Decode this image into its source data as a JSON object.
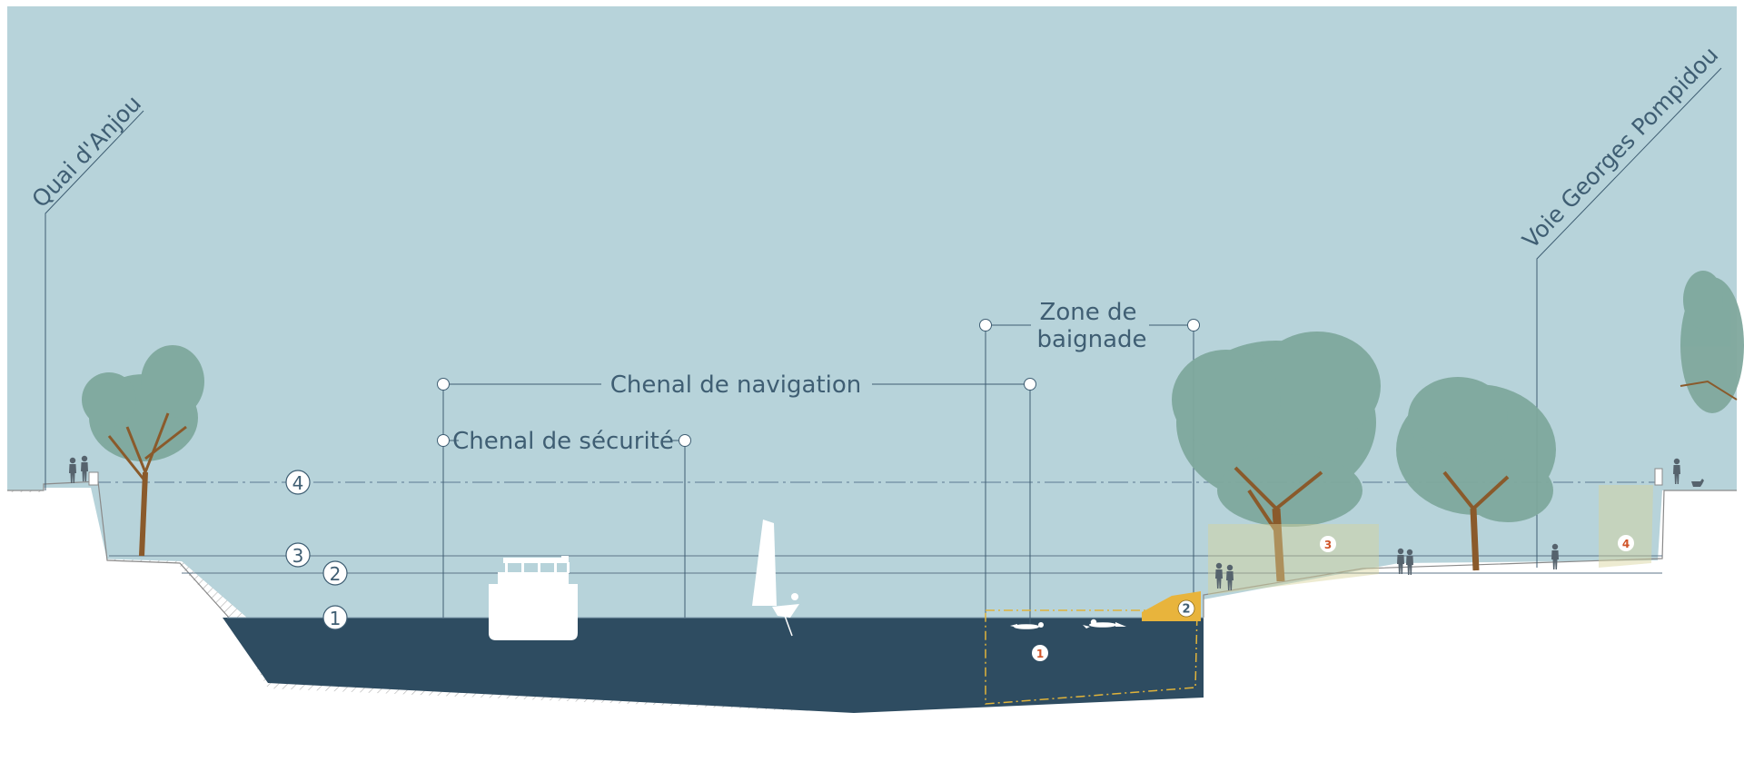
{
  "streets": {
    "left": "Quai d'Anjou",
    "right": "Voie Georges Pompidou"
  },
  "channels": {
    "navigation": "Chenal de navigation",
    "security": "Chenal de sécurité",
    "bathing_line1": "Zone de",
    "bathing_line2": "baignade"
  },
  "levels": [
    "1",
    "2",
    "3",
    "4"
  ],
  "markers": {
    "swim_zone": "1",
    "pontoon": "2",
    "green_zone": "3",
    "right_zone": "4"
  },
  "colors": {
    "sky": "#b7d3da",
    "water": "#2e4c61",
    "ground": "#ffffff",
    "hatch": "#b9b9b9",
    "label": "#3f5e73",
    "tree_foliage": "#7fa89d",
    "tree_trunk": "#8a5a2b",
    "pontoon": "#e8b43c",
    "zone_fill": "#d6d29a"
  }
}
